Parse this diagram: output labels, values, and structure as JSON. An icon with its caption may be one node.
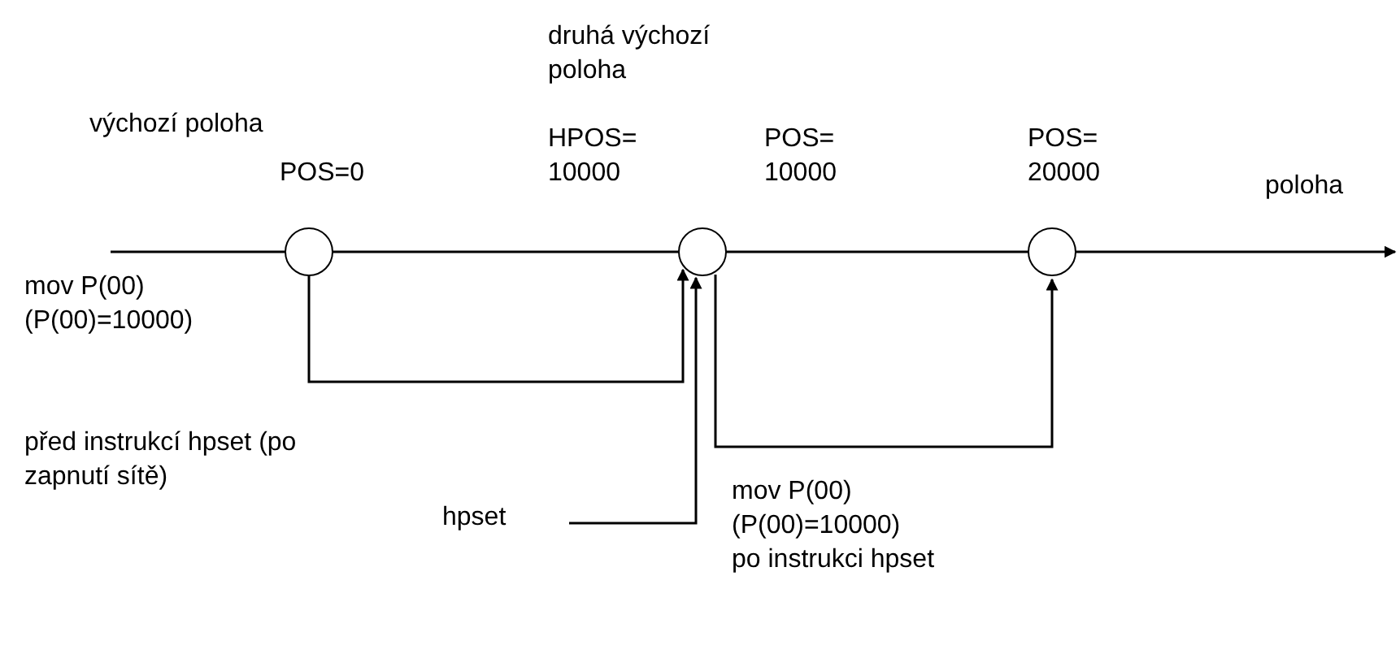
{
  "diagram": {
    "nodes": [
      {
        "text": [],
        "shape": "circle",
        "beside": [
          "výchozí poloha",
          "POS=0"
        ]
      },
      {
        "text": [],
        "shape": "circle",
        "beside": [
          "druhá výchozí poloha",
          "HPOS= 10000",
          "POS= 10000"
        ]
      },
      {
        "text": [],
        "shape": "circle",
        "beside": [
          "POS= 20000"
        ]
      },
      {
        "text": [
          "hpset"
        ]
      }
    ],
    "edges": [
      {
        "from": 0,
        "to": 1,
        "arrow": "to"
      },
      {
        "from": 3,
        "to": 1,
        "arrow": "to"
      },
      {
        "from": 1,
        "to": 2,
        "arrow": "to"
      }
    ],
    "labels": [
      "poloha",
      "mov P(00) (P(00)=10000)",
      "před instrukcí hpset (po zapnutí sítě)",
      "mov P(00) (P(00)=10000) po instrukci hpset"
    ]
  }
}
